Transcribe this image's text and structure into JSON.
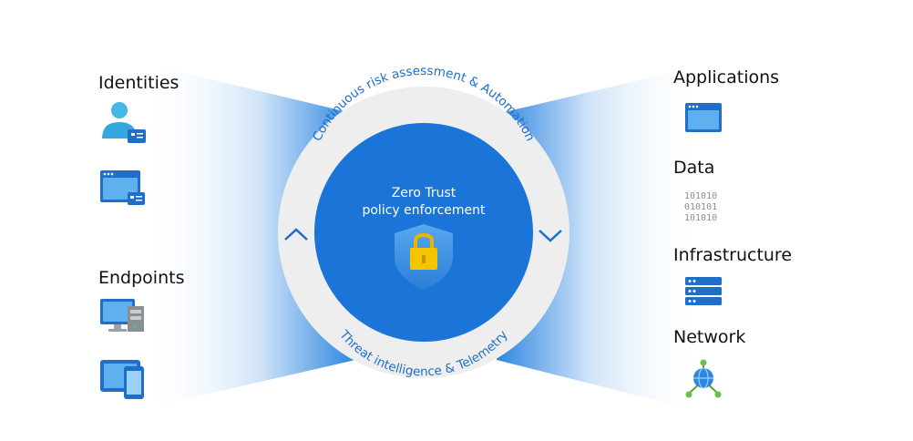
{
  "center": {
    "title_line1": "Zero Trust",
    "title_line2": "policy enforcement",
    "ring_top": "Continuous risk assessment & Automation",
    "ring_bottom": "Threat intelligence & Telemetry"
  },
  "left": {
    "identities_label": "Identities",
    "endpoints_label": "Endpoints"
  },
  "right": {
    "applications_label": "Applications",
    "data_label": "Data",
    "data_binary_line1": "101010",
    "data_binary_line2": "010101",
    "data_binary_line3": "101010",
    "infrastructure_label": "Infrastructure",
    "network_label": "Network"
  },
  "colors": {
    "primary_blue": "#1b74d8",
    "ring_gray": "#eeeeee",
    "accent_blue": "#1f6fc8",
    "lock_yellow": "#f5c400"
  },
  "icons": {
    "identity_user": "user-badge-icon",
    "identity_app": "app-window-badge-icon",
    "endpoint_desktop": "desktop-server-icon",
    "endpoint_devices": "tablet-phone-icon",
    "applications": "app-window-icon",
    "data": "binary-data-icon",
    "infrastructure": "server-stack-icon",
    "network": "globe-network-icon",
    "center": "shield-lock-icon"
  }
}
